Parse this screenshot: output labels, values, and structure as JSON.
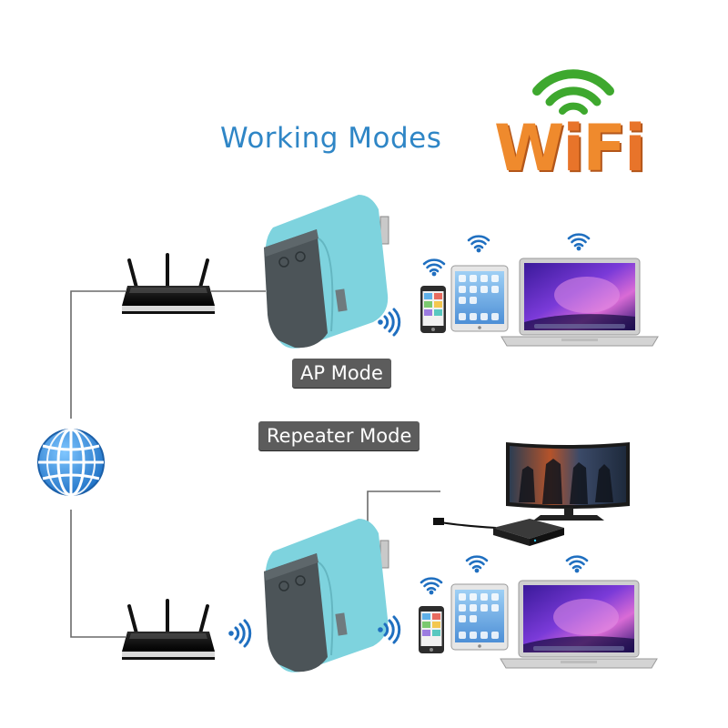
{
  "title": "Working Modes",
  "logo": {
    "word_w": "W",
    "word_i1": "i",
    "word_f": "F",
    "word_i2": "i",
    "arc_color": "#3ea82e",
    "letter_color": "#ef8a2d"
  },
  "modes": {
    "ap": "AP Mode",
    "repeater": "Repeater Mode"
  },
  "colors": {
    "title": "#2f86c6",
    "extender": "#7ed3de",
    "extender_face": "#4c5458",
    "globe": "#2a8fe0",
    "line": "#666666",
    "label_bg": "#5c5c5c"
  },
  "icons": [
    "router-icon",
    "wifi-extender-icon",
    "globe-icon",
    "wifi-signal-icon",
    "smartphone-icon",
    "tablet-icon",
    "laptop-icon",
    "tv-icon",
    "set-top-box-icon"
  ]
}
